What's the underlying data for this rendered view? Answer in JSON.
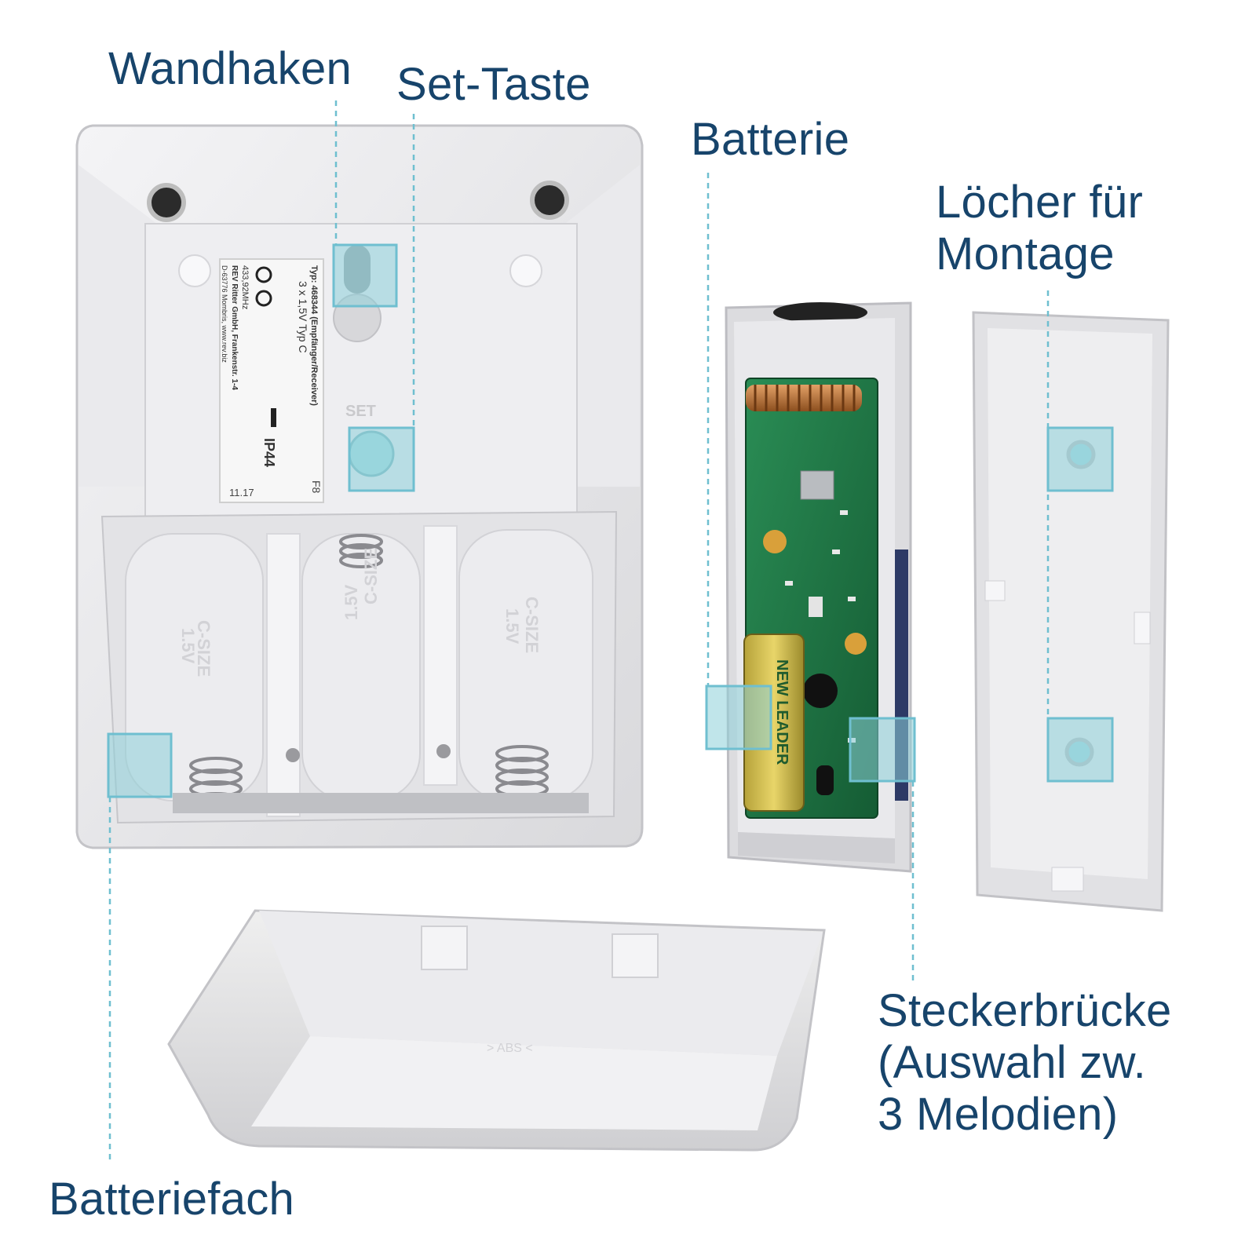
{
  "callouts": {
    "wandhaken": "Wandhaken",
    "set_taste": "Set-Taste",
    "batterie": "Batterie",
    "loecher": "Löcher für\nMontage",
    "steckerbruecke": "Steckerbrücke\n(Auswahl zw.\n3 Melodien)",
    "batteriefach": "Batteriefach"
  },
  "product_label": {
    "typ": "Typ: 468344 (Empfänger/Receiver)",
    "battery": "3 x 1,5V Typ C",
    "frequency": "433,92MHz",
    "company": "REV Ritter GmbH, Frankenstr. 1-4",
    "address": "D-63776 Mombris, www.rev.biz",
    "ip": "IP44",
    "date": "11.17",
    "code": "F8"
  },
  "device_text": {
    "set_button": "SET",
    "battery_cell": "C-SIZE",
    "voltage": "1.5V",
    "battery_brand": "NEW LEADER",
    "cover_mark": "> ABS <"
  },
  "colors": {
    "text": "#17446b",
    "highlight": "#8ccfd8",
    "dash_line": "#6fbfd0",
    "plastic": "#e6e6e8",
    "pcb": "#1f7a45"
  }
}
